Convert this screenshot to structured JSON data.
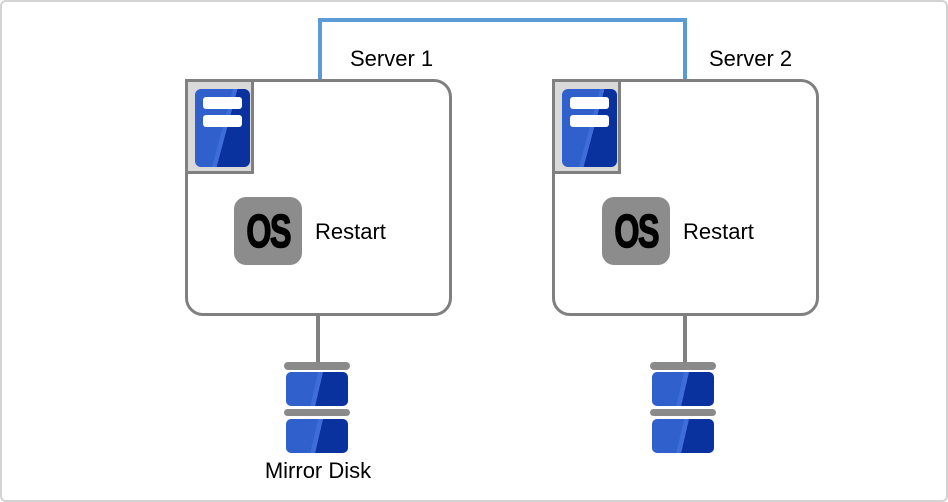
{
  "diagram_type": "cluster-architecture",
  "connector": {
    "name": "interconnect-link"
  },
  "servers": [
    {
      "label": "Server 1",
      "os_badge": "OS",
      "action": "Restart"
    },
    {
      "label": "Server 2",
      "os_badge": "OS",
      "action": "Restart"
    }
  ],
  "disk_label": "Mirror Disk",
  "colors": {
    "link": "#5B9BD5",
    "outline": "#808080",
    "frame_fill": "#D9D9D9",
    "os_gray": "#8C8C8C",
    "blue_light": "#3060CB",
    "blue_mid": "#3E6CD8",
    "blue_dark": "#0A329F",
    "bar_gray": "#8A8A8A",
    "page_border": "#D3D3D3",
    "text": "#000000",
    "bg": "#FFFFFF"
  }
}
